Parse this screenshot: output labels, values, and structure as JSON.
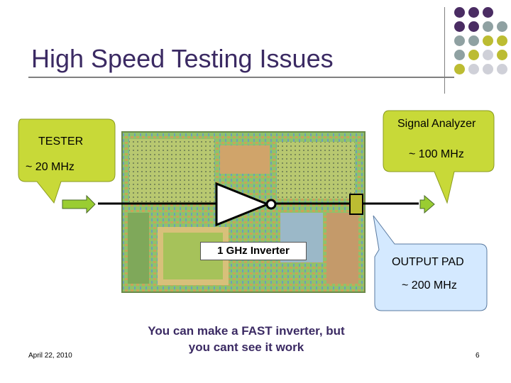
{
  "title": "High Speed Testing Issues",
  "callouts": {
    "tester_label": "TESTER",
    "tester_freq": "~ 20 MHz",
    "analyzer_label": "Signal Analyzer",
    "analyzer_freq": "~ 100 MHz",
    "pad_label": "OUTPUT PAD",
    "pad_freq": "~ 200 MHz"
  },
  "inverter_label": "1 GHz Inverter",
  "message_line1": "You can make a FAST inverter, but",
  "message_line2": "you cant see it work",
  "footer": {
    "date": "April 22, 2010",
    "page": "6"
  },
  "colors": {
    "title": "#3b2a63",
    "dot_purple": "#4a2c63",
    "dot_gray": "#8fa1a2",
    "dot_olive": "#bcbc32",
    "dot_light": "#cfd0d8",
    "callout_fill": "#c8d938",
    "pad_callout_fill": "#d4e9ff",
    "arrow_fill": "#9acd32"
  }
}
